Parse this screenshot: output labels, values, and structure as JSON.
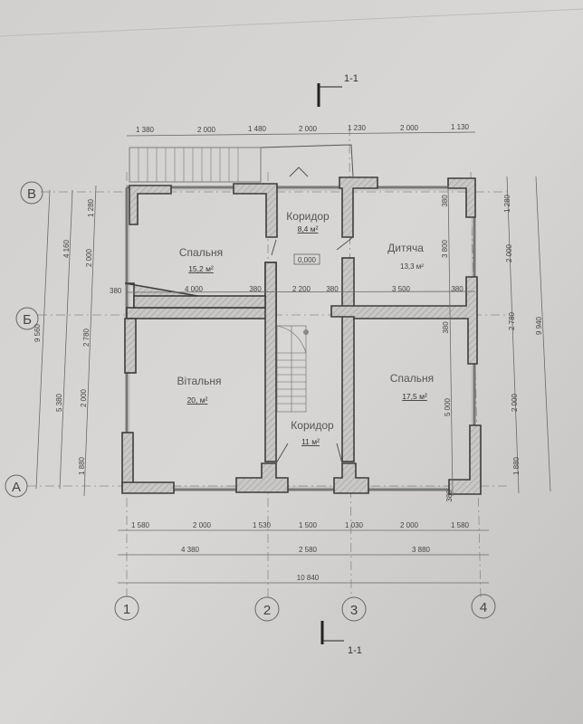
{
  "section": {
    "top": "1-1",
    "bottom": "1-1"
  },
  "rooms": {
    "bedroom_top": {
      "name": "Спальня",
      "area": "15,2 м²"
    },
    "corridor_top": {
      "name": "Коридор",
      "area": "8,4 м²"
    },
    "kids": {
      "name": "Дитяча",
      "area": "13,3 м²"
    },
    "living": {
      "name": "Вітальня",
      "area": "20,  м²"
    },
    "corridor_bottom": {
      "name": "Коридор",
      "area": "11 м²"
    },
    "bedroom_bottom": {
      "name": "Спальня",
      "area": "17,5 м²"
    },
    "level": "0,000"
  },
  "dims": {
    "top": [
      "1 380",
      "2 000",
      "1 480",
      "2 000",
      "1 230",
      "2 000",
      "1 130"
    ],
    "mid": [
      "380",
      "4 000",
      "380",
      "2 200",
      "380",
      "3 500",
      "380"
    ],
    "bottom1": [
      "1 580",
      "2 000",
      "1 530",
      "1 500",
      "1 030",
      "2 000",
      "1 580"
    ],
    "bottom2": [
      "4 380",
      "2 580",
      "3 880"
    ],
    "bottom_total": "10 840",
    "left_inner": [
      "1 280",
      "2 000",
      "2 780",
      "2 000",
      "1 880"
    ],
    "left_mid": [
      "4 160",
      "5 380"
    ],
    "left_total": "9 560",
    "right_inner": [
      "1 280",
      "2 000",
      "2 780",
      "2 000",
      "1 880"
    ],
    "right_total": "9 940",
    "right_room": [
      "380",
      "3 800",
      "380",
      "5 000",
      "380"
    ]
  },
  "axes": {
    "cols": [
      "1",
      "2",
      "3",
      "4"
    ],
    "rows": [
      "В",
      "Б",
      "А"
    ]
  }
}
